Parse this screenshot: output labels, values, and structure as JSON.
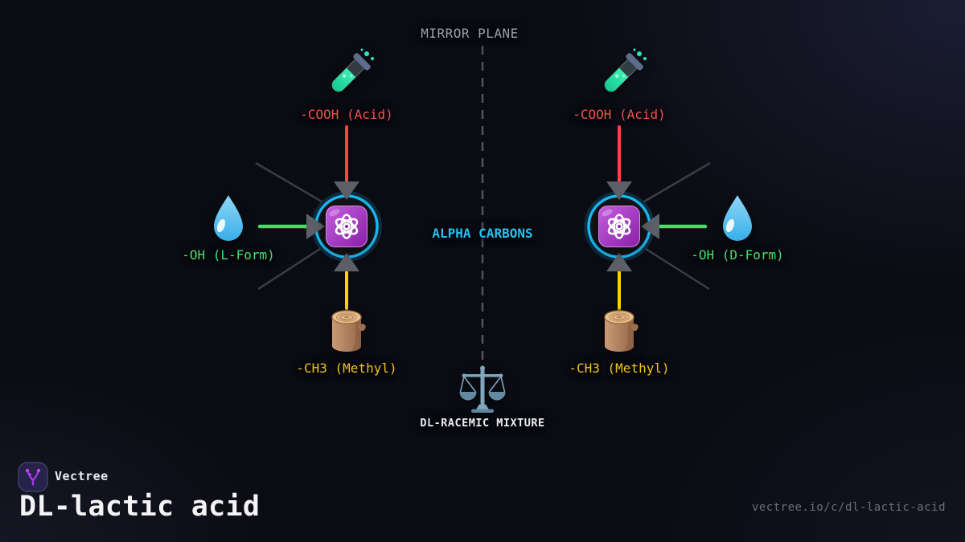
{
  "diagram": {
    "mirror_plane_label": "MIRROR PLANE",
    "alpha_carbons_label": "ALPHA CARBONS",
    "racemic_label": "DL-RACEMIC MIXTURE",
    "left_molecule": {
      "acid_label": "-COOH (Acid)",
      "hydroxyl_label": "-OH (L-Form)",
      "methyl_label": "-CH3 (Methyl)"
    },
    "right_molecule": {
      "acid_label": "-COOH (Acid)",
      "hydroxyl_label": "-OH (D-Form)",
      "methyl_label": "-CH3 (Methyl)"
    },
    "icons": {
      "acid": "test-tube",
      "hydroxyl": "water-droplet",
      "methyl": "wood-log",
      "alpha_carbon": "atom-symbol",
      "racemic": "balance-scale"
    },
    "colors": {
      "acid_text": "#f0524f",
      "acid_line": "#ff4242",
      "hydroxyl_text": "#45e06e",
      "hydroxyl_line": "#3fe063",
      "methyl_text": "#f0c420",
      "methyl_line": "#ffd400",
      "alpha_ring": "#18b9f2",
      "alpha_text": "#25c1f2",
      "arrow_gray": "#5c5f66",
      "mirror_dash": "#4e535b",
      "background": "#0b0c13"
    }
  },
  "footer": {
    "brand": "Vectree",
    "title": "DL-lactic acid",
    "url": "vectree.io/c/dl-lactic-acid"
  }
}
